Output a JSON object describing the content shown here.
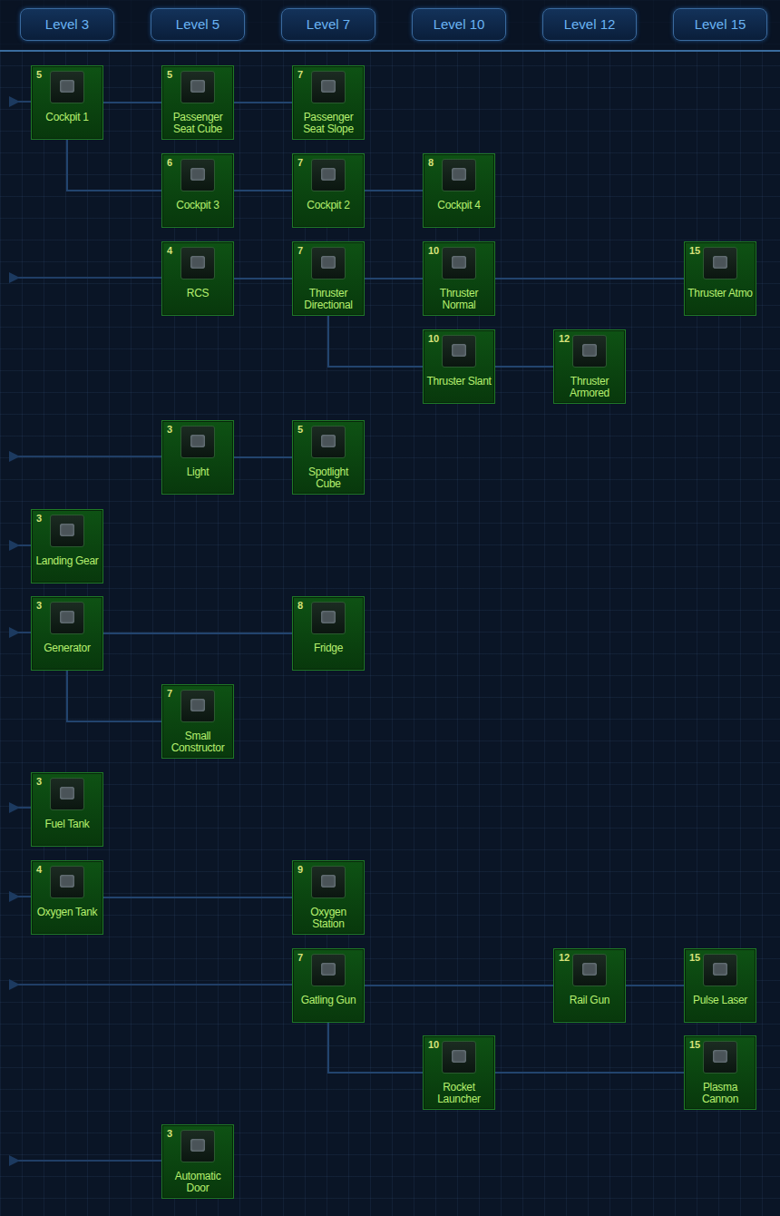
{
  "diagram": {
    "nodes": [
      {
        "text": [
          "Level 3"
        ]
      },
      {
        "text": [
          "Level 5"
        ]
      },
      {
        "text": [
          "Level 7"
        ]
      },
      {
        "text": [
          "Level 10"
        ]
      },
      {
        "text": [
          "Level 12"
        ]
      },
      {
        "text": [
          "Level 15"
        ]
      },
      {
        "text": [
          "5",
          "Cockpit 1"
        ]
      },
      {
        "text": [
          "5",
          "Passenger Seat Cube"
        ]
      },
      {
        "text": [
          "7",
          "Passenger Seat Slope"
        ]
      },
      {
        "text": [
          "6",
          "Cockpit 3"
        ]
      },
      {
        "text": [
          "7",
          "Cockpit 2"
        ]
      },
      {
        "text": [
          "8",
          "Cockpit 4"
        ]
      },
      {
        "text": [
          "4",
          "RCS"
        ]
      },
      {
        "text": [
          "7",
          "Thruster Directional"
        ]
      },
      {
        "text": [
          "10",
          "Thruster Normal"
        ]
      },
      {
        "text": [
          "15",
          "Thruster Atmo"
        ]
      },
      {
        "text": [
          "10",
          "Thruster Slant"
        ]
      },
      {
        "text": [
          "12",
          "Thruster Armored"
        ]
      },
      {
        "text": [
          "3",
          "Light"
        ]
      },
      {
        "text": [
          "5",
          "Spotlight Cube"
        ]
      },
      {
        "text": [
          "3",
          "Landing Gear"
        ]
      },
      {
        "text": [
          "3",
          "Generator"
        ]
      },
      {
        "text": [
          "8",
          "Fridge"
        ]
      },
      {
        "text": [
          "7",
          "Small Constructor"
        ]
      },
      {
        "text": [
          "3",
          "Fuel Tank"
        ]
      },
      {
        "text": [
          "4",
          "Oxygen Tank"
        ]
      },
      {
        "text": [
          "9",
          "Oxygen Station"
        ]
      },
      {
        "text": [
          "7",
          "Gatling Gun"
        ]
      },
      {
        "text": [
          "12",
          "Rail Gun"
        ]
      },
      {
        "text": [
          "15",
          "Pulse Laser"
        ]
      },
      {
        "text": [
          "10",
          "Rocket Launcher"
        ]
      },
      {
        "text": [
          "15",
          "Plasma Cannon"
        ]
      },
      {
        "text": [
          "3",
          "Automatic Door"
        ]
      }
    ],
    "edges": [
      {
        "from": 6,
        "to": 7,
        "arrow": "none"
      },
      {
        "from": 7,
        "to": 8,
        "arrow": "none"
      },
      {
        "from": 6,
        "to": 9,
        "arrow": "none"
      },
      {
        "from": 9,
        "to": 10,
        "arrow": "none"
      },
      {
        "from": 10,
        "to": 11,
        "arrow": "none"
      },
      {
        "from": 12,
        "to": 13,
        "arrow": "none"
      },
      {
        "from": 13,
        "to": 14,
        "arrow": "none"
      },
      {
        "from": 14,
        "to": 15,
        "arrow": "none"
      },
      {
        "from": 13,
        "to": 16,
        "arrow": "none"
      },
      {
        "from": 16,
        "to": 17,
        "arrow": "none"
      },
      {
        "from": 18,
        "to": 19,
        "arrow": "none"
      },
      {
        "from": 21,
        "to": 22,
        "arrow": "none"
      },
      {
        "from": 21,
        "to": 23,
        "arrow": "none"
      },
      {
        "from": 25,
        "to": 26,
        "arrow": "none"
      },
      {
        "from": 27,
        "to": 28,
        "arrow": "none"
      },
      {
        "from": 28,
        "to": 29,
        "arrow": "none"
      },
      {
        "from": 27,
        "to": 30,
        "arrow": "none"
      },
      {
        "from": 30,
        "to": 31,
        "arrow": "none"
      }
    ]
  }
}
